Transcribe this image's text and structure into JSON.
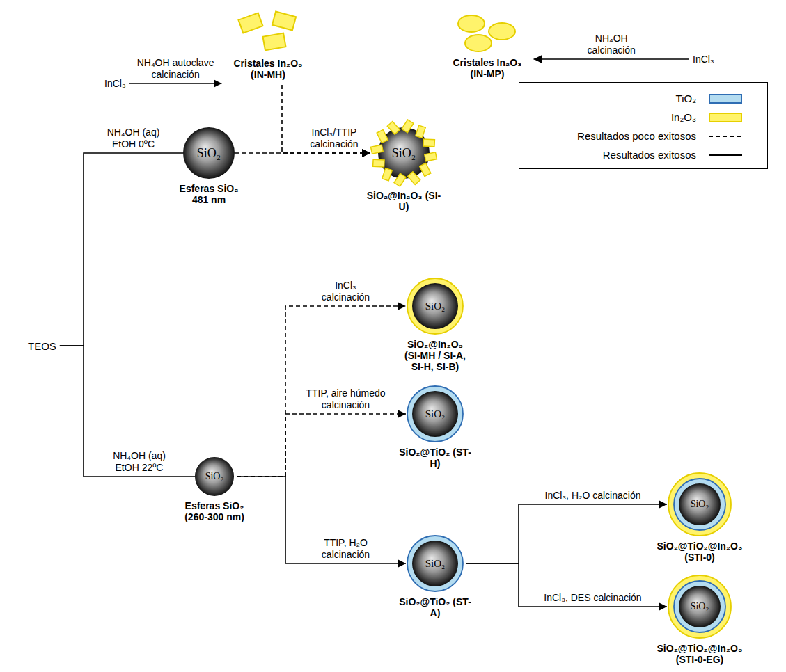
{
  "diagram": {
    "nodes": [
      {
        "text": [
          "TEOS"
        ]
      },
      {
        "text": [
          "SiO₂",
          "Esferas SiO₂ 481 nm"
        ]
      },
      {
        "text": [
          "SiO₂",
          "Esferas SiO₂ (260-300 nm)"
        ]
      },
      {
        "text": [
          "InCl₃"
        ]
      },
      {
        "text": [
          "Cristales In₂O₃ (IN-MH)"
        ]
      },
      {
        "text": [
          "InCl₃"
        ]
      },
      {
        "text": [
          "Cristales In₂O₃ (IN-MP)"
        ]
      },
      {
        "text": [
          "SiO₂",
          "SiO₂@In₂O₃ (SI-U)"
        ]
      },
      {
        "text": [
          "SiO₂",
          "SiO₂@In₂O₃ (SI-MH / SI-A, SI-H, SI-B)"
        ]
      },
      {
        "text": [
          "SiO₂",
          "SiO₂@TiO₂ (ST-H)"
        ]
      },
      {
        "text": [
          "SiO₂",
          "SiO₂@TiO₂ (ST-A)"
        ]
      },
      {
        "text": [
          "SiO₂",
          "SiO₂@TiO₂@In₂O₃ (STI-0)"
        ]
      },
      {
        "text": [
          "SiO₂",
          "SiO₂@TiO₂@In₂O₃ (STI-0-EG)"
        ]
      }
    ],
    "edges": [
      {
        "from": 0,
        "to": 1,
        "arrow": "none",
        "label": "NH₄OH (aq) EtOH 0ºC"
      },
      {
        "from": 0,
        "to": 2,
        "arrow": "none",
        "label": "NH₄OH (aq) EtOH 22ºC"
      },
      {
        "from": 3,
        "to": 4,
        "arrow": "to",
        "label": "NH₄OH autoclave calcinación"
      },
      {
        "from": 5,
        "to": 6,
        "arrow": "to",
        "label": "NH₄OH calcinación"
      },
      {
        "from": 1,
        "to": 7,
        "arrow": "to",
        "label": "InCl₃/TTIP calcinación"
      },
      {
        "from": 4,
        "to": 7,
        "arrow": "to"
      },
      {
        "from": 2,
        "to": 8,
        "arrow": "to",
        "label": "InCl₃ calcinación"
      },
      {
        "from": 2,
        "to": 9,
        "arrow": "to",
        "label": "TTIP, aire húmedo calcinación"
      },
      {
        "from": 2,
        "to": 10,
        "arrow": "to",
        "label": "TTIP, H₂O calcinación"
      },
      {
        "from": 10,
        "to": 11,
        "arrow": "to",
        "label": "InCl₃, H₂O calcinación"
      },
      {
        "from": 10,
        "to": 12,
        "arrow": "to",
        "label": "InCl₃, DES calcinación"
      }
    ],
    "legend": [
      {
        "text": "TiO₂",
        "color": "#b4dcf0"
      },
      {
        "text": "In₂O₃",
        "color": "#fff36b"
      },
      {
        "text": "Resultados poco exitosos"
      },
      {
        "text": "Resultados exitosos"
      }
    ]
  }
}
